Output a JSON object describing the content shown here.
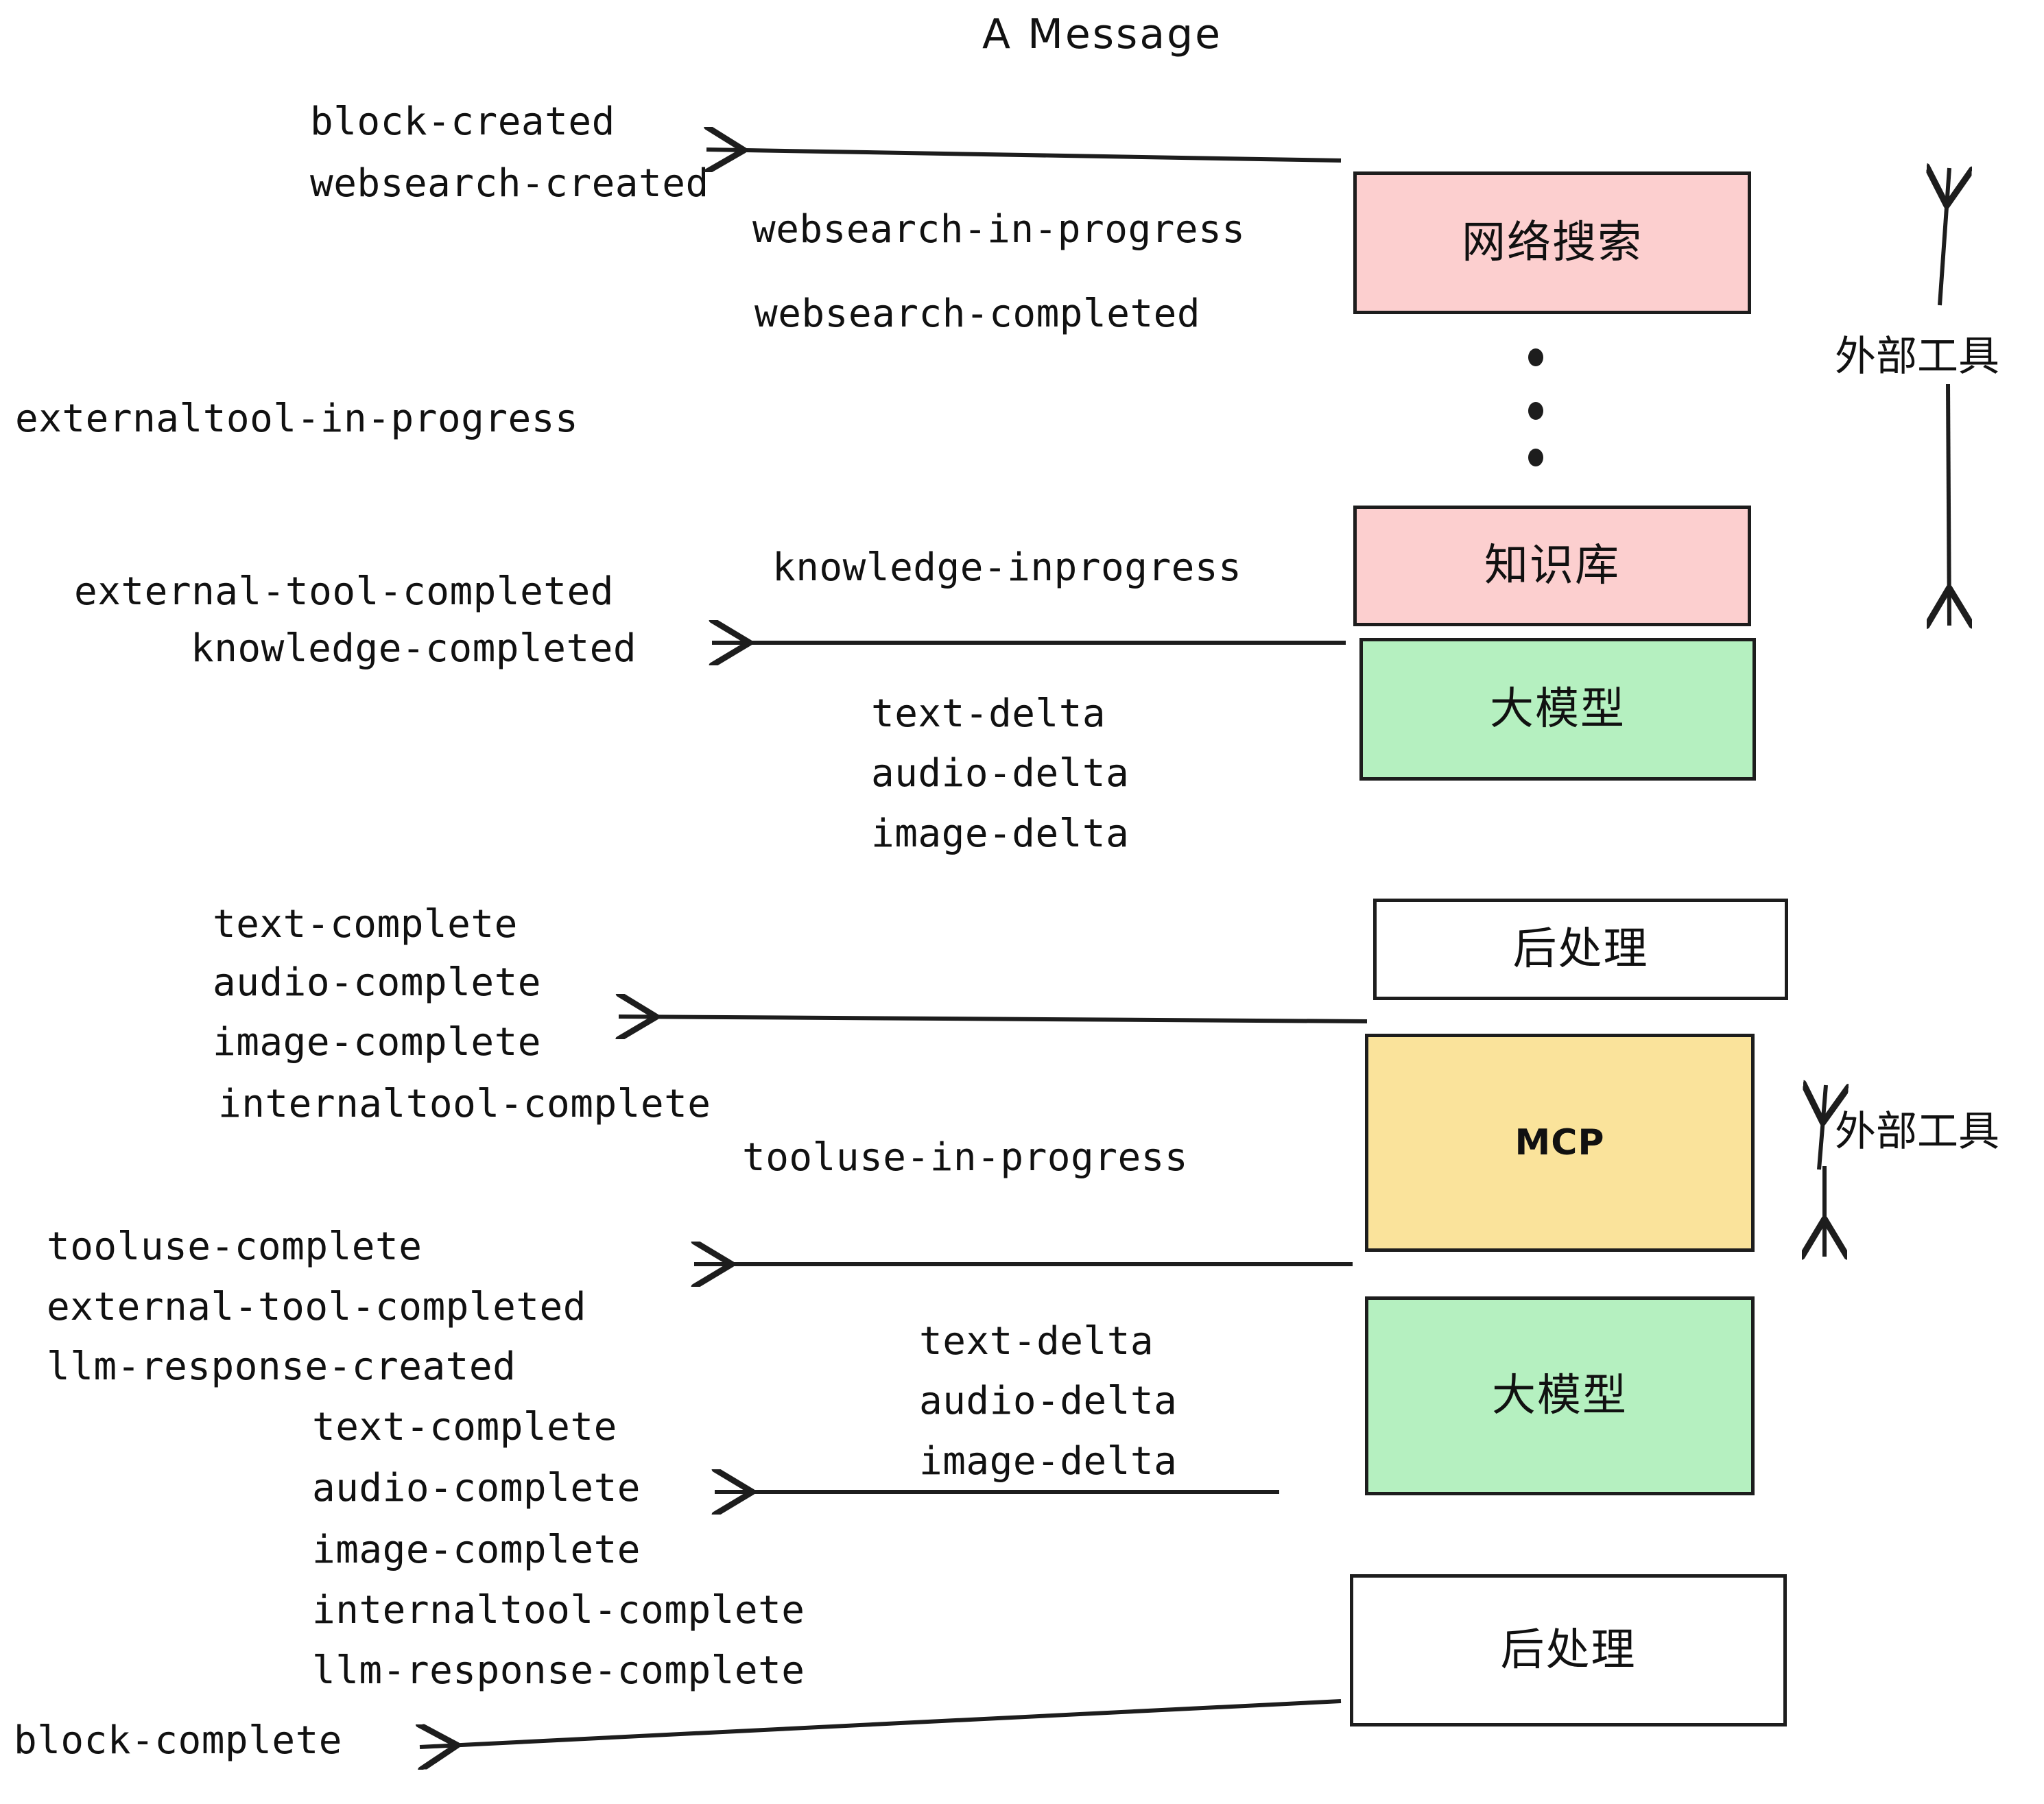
{
  "title": "A Message",
  "colors": {
    "pink": "#fccfcf",
    "green": "#b5f0c0",
    "yellow": "#fae39b",
    "white": "#ffffff",
    "stroke": "#1d1d1d",
    "text": "#111111",
    "background": "#ffffff"
  },
  "boxes": [
    {
      "key": "websearch",
      "label": "网络搜索",
      "fill": "pink",
      "lang": "cn"
    },
    {
      "key": "knowledge",
      "label": "知识库",
      "fill": "pink",
      "lang": "cn"
    },
    {
      "key": "llm1",
      "label": "大模型",
      "fill": "green",
      "lang": "cn"
    },
    {
      "key": "postprocess1",
      "label": "后处理",
      "fill": "white",
      "lang": "cn"
    },
    {
      "key": "mcp",
      "label": "MCP",
      "fill": "yellow",
      "lang": "en"
    },
    {
      "key": "llm2",
      "label": "大模型",
      "fill": "green",
      "lang": "cn"
    },
    {
      "key": "postprocess2",
      "label": "后处理",
      "fill": "white",
      "lang": "cn"
    }
  ],
  "side_labels": [
    {
      "key": "external-tools-top",
      "label": "外部工具"
    },
    {
      "key": "external-tools-bottom",
      "label": "外部工具"
    }
  ],
  "events": [
    {
      "key": "block-created",
      "label": "block-created"
    },
    {
      "key": "websearch-created",
      "label": "websearch-created"
    },
    {
      "key": "websearch-in-progress",
      "label": "websearch-in-progress"
    },
    {
      "key": "websearch-completed",
      "label": "websearch-completed"
    },
    {
      "key": "externaltool-in-progress",
      "label": "externaltool-in-progress"
    },
    {
      "key": "knowledge-inprogress",
      "label": "knowledge-inprogress"
    },
    {
      "key": "external-tool-completed-1",
      "label": "external-tool-completed"
    },
    {
      "key": "knowledge-completed",
      "label": "knowledge-completed"
    },
    {
      "key": "text-delta-1",
      "label": "text-delta"
    },
    {
      "key": "audio-delta-1",
      "label": "audio-delta"
    },
    {
      "key": "image-delta-1",
      "label": "image-delta"
    },
    {
      "key": "text-complete-1",
      "label": "text-complete"
    },
    {
      "key": "audio-complete-1",
      "label": "audio-complete"
    },
    {
      "key": "image-complete-1",
      "label": "image-complete"
    },
    {
      "key": "internaltool-complete-1",
      "label": "internaltool-complete"
    },
    {
      "key": "tooluse-in-progress",
      "label": "tooluse-in-progress"
    },
    {
      "key": "tooluse-complete",
      "label": "tooluse-complete"
    },
    {
      "key": "external-tool-completed-2",
      "label": "external-tool-completed"
    },
    {
      "key": "llm-response-created",
      "label": "llm-response-created"
    },
    {
      "key": "text-delta-2",
      "label": "text-delta"
    },
    {
      "key": "audio-delta-2",
      "label": "audio-delta"
    },
    {
      "key": "image-delta-2",
      "label": "image-delta"
    },
    {
      "key": "text-complete-2",
      "label": "text-complete"
    },
    {
      "key": "audio-complete-2",
      "label": "audio-complete"
    },
    {
      "key": "image-complete-2",
      "label": "image-complete"
    },
    {
      "key": "internaltool-complete-2",
      "label": "internaltool-complete"
    },
    {
      "key": "llm-response-complete",
      "label": "llm-response-complete"
    },
    {
      "key": "block-complete",
      "label": "block-complete"
    }
  ]
}
